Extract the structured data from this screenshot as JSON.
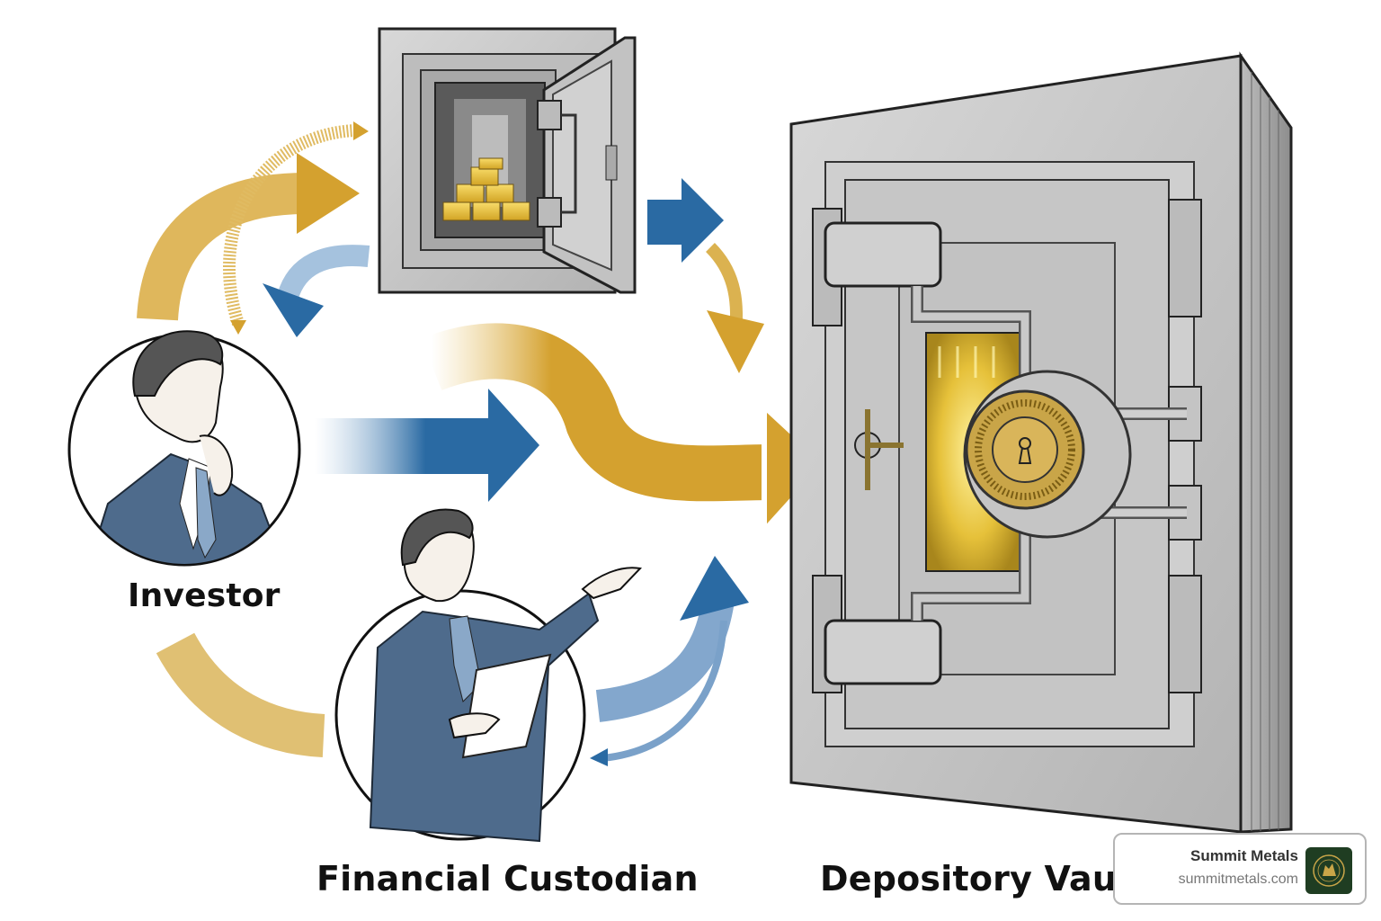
{
  "diagram": {
    "title": "Investor, Financial Custodian and Depository Vault relationship",
    "nodes": [
      {
        "id": "investor",
        "label": "Investor",
        "icon": "thinking-businessman-portrait"
      },
      {
        "id": "custodian",
        "label": "Financial Custodian",
        "icon": "presenting-businessman-with-document"
      },
      {
        "id": "vault",
        "label": "Depository Vault (",
        "icon": "large-steel-vault-door-with-gold"
      },
      {
        "id": "safe",
        "label": "",
        "icon": "open-safe-with-gold-bars"
      }
    ],
    "edges": [
      {
        "from": "investor",
        "to": "safe",
        "color": "gold",
        "style": "thick-curved"
      },
      {
        "from": "investor",
        "to": "safe",
        "color": "gold",
        "style": "thin-double-curved"
      },
      {
        "from": "safe",
        "to": "investor",
        "color": "blue",
        "style": "curved"
      },
      {
        "from": "safe",
        "to": "vault",
        "color": "blue-then-gold",
        "style": "curved"
      },
      {
        "from": "investor",
        "to": "vault",
        "color": "blue",
        "style": "straight"
      },
      {
        "from": "investor",
        "to": "vault",
        "color": "gold",
        "style": "s-curve"
      },
      {
        "from": "investor",
        "to": "custodian",
        "color": "gold",
        "style": "curved"
      },
      {
        "from": "custodian",
        "to": "vault",
        "color": "blue",
        "style": "curved-up"
      },
      {
        "from": "vault",
        "to": "custodian",
        "color": "blue",
        "style": "thin-curved"
      }
    ],
    "colors": {
      "gold": "#d4a12f",
      "gold_light": "#e8c56e",
      "blue": "#2a6aa3",
      "blue_light": "#9fbfdc",
      "steel": "#c9c9c9",
      "steel_dark": "#8f8f8f",
      "suit": "#4e6b8c",
      "tie": "#8aa8c8"
    }
  },
  "watermark": {
    "brand": "Summit Metals",
    "url": "summitmetals.com",
    "logo_color": "#1f3d22",
    "logo_accent": "#c9a548"
  }
}
